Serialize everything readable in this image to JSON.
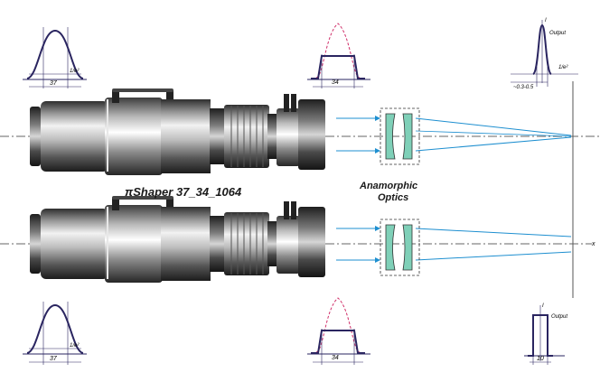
{
  "device_label": "πShaper 37_34_1064",
  "optics_label_line1": "Anamorphic",
  "optics_label_line2": "Optics",
  "input_top": {
    "width_label": "37",
    "level_label": "1/e²"
  },
  "input_bottom": {
    "width_label": "37",
    "level_label": "1/e²"
  },
  "mid_top": {
    "width_label": "34"
  },
  "mid_bottom": {
    "width_label": "34"
  },
  "output_top": {
    "title": "Output",
    "level_label": "1/e²",
    "width_label": "~0.3-0.5",
    "axis_label": "I"
  },
  "output_bottom": {
    "title": "Output",
    "width_label": "10",
    "axis_label": "I"
  },
  "axis_mark": "x",
  "colors": {
    "beam": "#1e8fd0",
    "profile": "#2a2560",
    "gaussian_dashed": "#d0306a",
    "lens": "#7fd0b8",
    "body_dark": "#3a3a3a",
    "body_light": "#d8d8d8"
  }
}
